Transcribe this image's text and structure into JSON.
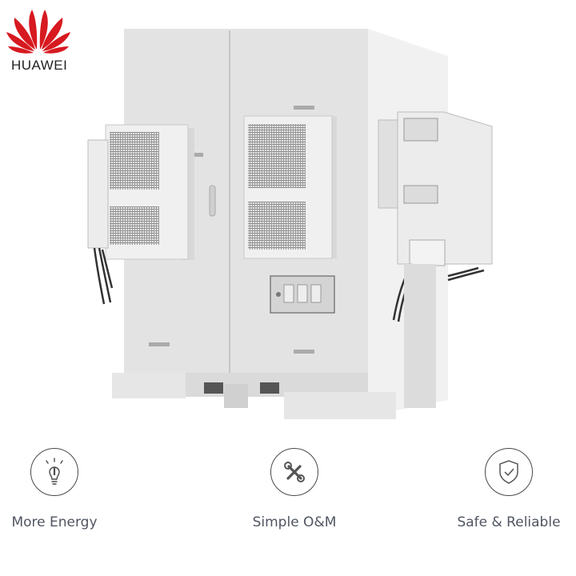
{
  "brand": {
    "name": "HUAWEI",
    "logo_color": "#d71920"
  },
  "product": {
    "description": "Grey outdoor energy storage / power cabinet with two doors, two air conditioner units, control panel with switches, and side junction box with cables",
    "body_color": "#e8e8e8"
  },
  "features": [
    {
      "icon": "lightbulb-icon",
      "label": "More Energy"
    },
    {
      "icon": "tools-icon",
      "label": "Simple O&M"
    },
    {
      "icon": "shield-check-icon",
      "label": "Safe & Reliable"
    }
  ],
  "colors": {
    "text": "#4f5560",
    "icon_stroke": "#4a4a4a",
    "background": "#ffffff"
  }
}
